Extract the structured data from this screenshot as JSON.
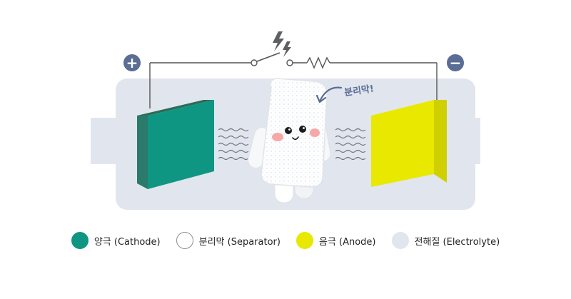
{
  "diagram": {
    "plus_symbol": "+",
    "minus_symbol": "−",
    "separator_callout": "분리막!",
    "icons": [
      "plus-terminal-icon",
      "minus-terminal-icon",
      "lightning-icon",
      "switch-icon",
      "resistor-icon",
      "arrow-icon",
      "electrolyte-wave-icon"
    ],
    "colors": {
      "cathode": "#0e9683",
      "cathode_dark": "#2d6b57",
      "anode": "#e8e800",
      "anode_dark": "#f2f23a",
      "electrolyte": "#e1e6ee",
      "terminal": "#5a6d94",
      "wire": "#555555"
    }
  },
  "legend": [
    {
      "label": "양극 (Cathode)",
      "fill": "#0e9683",
      "border": "#0e9683"
    },
    {
      "label": "분리막 (Separator)",
      "fill": "#ffffff",
      "border": "#8a8f96"
    },
    {
      "label": "음극 (Anode)",
      "fill": "#e8e800",
      "border": "#e8e800"
    },
    {
      "label": "전해질 (Electrolyte)",
      "fill": "#e1e6ee",
      "border": "#e1e6ee"
    }
  ]
}
